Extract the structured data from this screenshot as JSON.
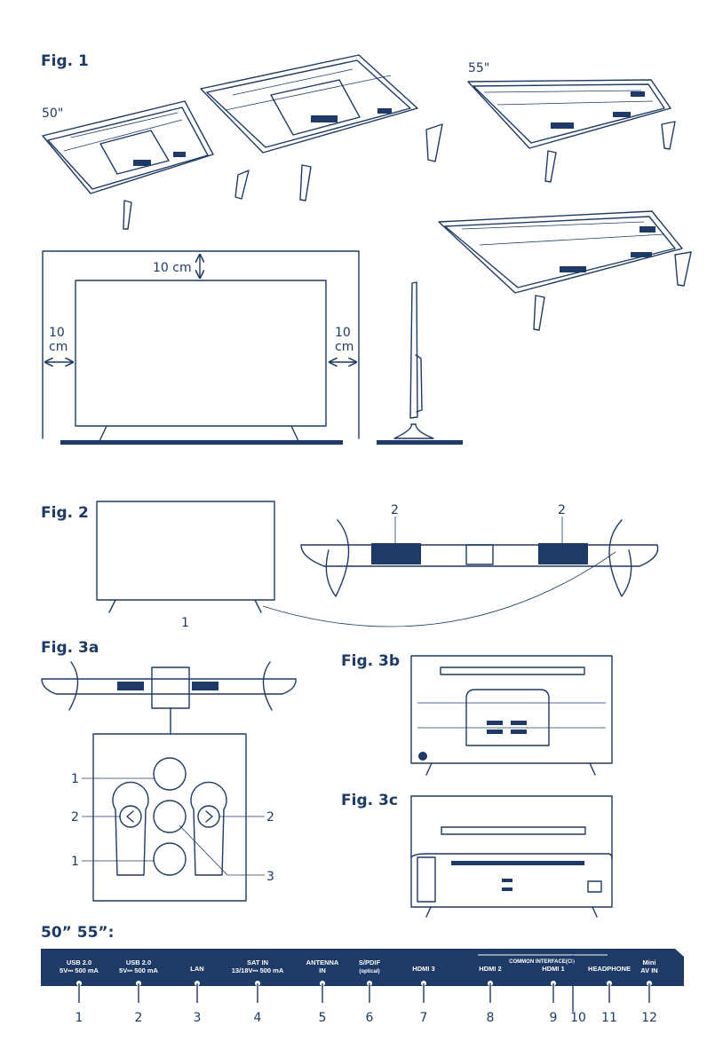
{
  "fig1": {
    "label": "Fig. 1",
    "size_50": "50\"",
    "size_55": "55\"",
    "clearance_top": "10 cm",
    "clearance_left_value": "10",
    "clearance_left_unit": "cm",
    "clearance_right_value": "10",
    "clearance_right_unit": "cm"
  },
  "fig2": {
    "label": "Fig. 2",
    "callout_1": "1",
    "callout_2a": "2",
    "callout_2b": "2"
  },
  "fig3a": {
    "label": "Fig. 3a",
    "callout_1a": "1",
    "callout_2a": "2",
    "callout_1b": "1",
    "callout_2b": "2",
    "callout_3": "3"
  },
  "fig3b": {
    "label": "Fig. 3b"
  },
  "fig3c": {
    "label": "Fig. 3c"
  },
  "panel": {
    "title": "50” 55”:",
    "group_label": "COMMON INTERFACE(CI)",
    "ports": [
      {
        "line1": "USB 2.0",
        "line2": "5V⎓ 500 mA",
        "num": "1"
      },
      {
        "line1": "USB 2.0",
        "line2": "5V⎓ 500 mA",
        "num": "2"
      },
      {
        "line1": "LAN",
        "line2": "",
        "num": "3"
      },
      {
        "line1": "SAT IN",
        "line2": "13/18V⎓ 500 mA",
        "num": "4"
      },
      {
        "line1": "ANTENNA",
        "line2": "IN",
        "num": "5"
      },
      {
        "line1": "S/PDIF",
        "line2": "(optical)",
        "num": "6"
      },
      {
        "line1": "HDMI 3",
        "line2": "",
        "num": "7"
      },
      {
        "line1": "HDMI 2",
        "line2": "",
        "num": "8"
      },
      {
        "line1": "HDMI 1",
        "line2": "",
        "num": "9"
      },
      {
        "line1": "",
        "line2": "",
        "num": "10"
      },
      {
        "line1": "HEADPHONE",
        "line2": "",
        "num": "11"
      },
      {
        "line1": "Mini",
        "line2": "AV IN",
        "num": "12"
      }
    ]
  }
}
